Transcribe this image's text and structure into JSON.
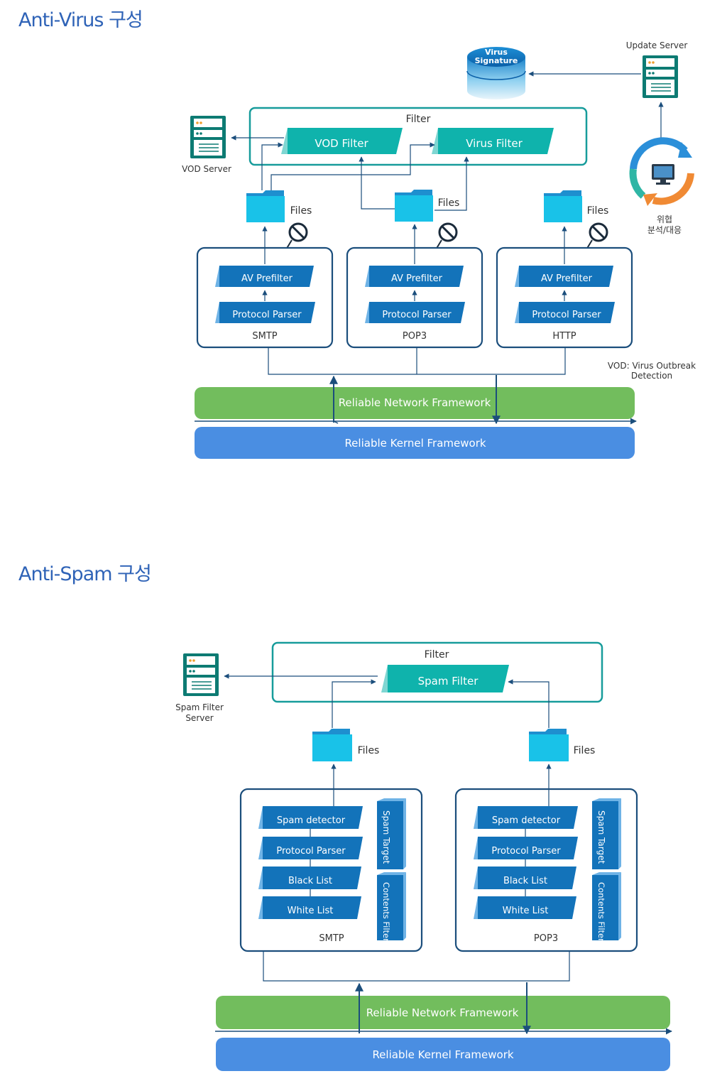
{
  "antivirus": {
    "title": "Anti-Virus 구성",
    "filter_label": "Filter",
    "vod_filter": "VOD Filter",
    "virus_filter": "Virus Filter",
    "virus_signature": [
      "Virus",
      "Signature"
    ],
    "update_server": "Update Server",
    "vod_server": "VOD Server",
    "threat_lines": [
      "위협",
      "분석/대응"
    ],
    "files_label": "Files",
    "modules": [
      {
        "name": "SMTP",
        "top": "AV Prefilter",
        "bottom": "Protocol Parser"
      },
      {
        "name": "POP3",
        "top": "AV Prefilter",
        "bottom": "Protocol Parser"
      },
      {
        "name": "HTTP",
        "top": "AV Prefilter",
        "bottom": "Protocol Parser"
      }
    ],
    "vod_note": [
      "VOD: Virus Outbreak",
      "Detection"
    ],
    "network_framework": "Reliable Network Framework",
    "kernel_framework": "Reliable Kernel Framework"
  },
  "antispam": {
    "title": "Anti-Spam 구성",
    "filter_label": "Filter",
    "spam_filter": "Spam Filter",
    "server_lines": [
      "Spam Filter",
      "Server"
    ],
    "files_label": "Files",
    "modules": [
      {
        "name": "SMTP",
        "items": [
          "Spam detector",
          "Protocol Parser",
          "Black List",
          "White List"
        ],
        "side": [
          "Spam Target",
          "Contents Filter"
        ]
      },
      {
        "name": "POP3",
        "items": [
          "Spam detector",
          "Protocol Parser",
          "Black List",
          "White List"
        ],
        "side": [
          "Spam Target",
          "Contents Filter"
        ]
      }
    ],
    "network_framework": "Reliable Network Framework",
    "kernel_framework": "Reliable Kernel Framework"
  },
  "colors": {
    "title": "#2f63b7",
    "teal": "#0fb3ac",
    "blue_block": "#1373ba",
    "green_bar": "#72bd5d",
    "blue_bar": "#4a8ee2",
    "frame": "#1b4e7c"
  },
  "icons": [
    "server-icon",
    "database-icon",
    "folder-icon",
    "block-icon",
    "monitor-icon",
    "cycle-icon"
  ]
}
